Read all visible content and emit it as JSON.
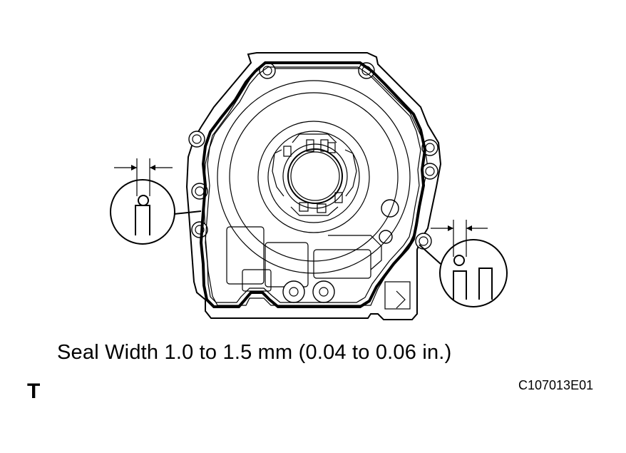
{
  "caption": "Seal Width 1.0 to 1.5 mm (0.04 to 0.06 in.)",
  "marker": "T",
  "figure_code": "C107013E01",
  "icons": {
    "housing": "oil-pump-cover-icon",
    "seal_bead": "seal-bead-path",
    "detail_left": "seal-cross-section-detail-left",
    "detail_right": "seal-cross-section-detail-right"
  }
}
